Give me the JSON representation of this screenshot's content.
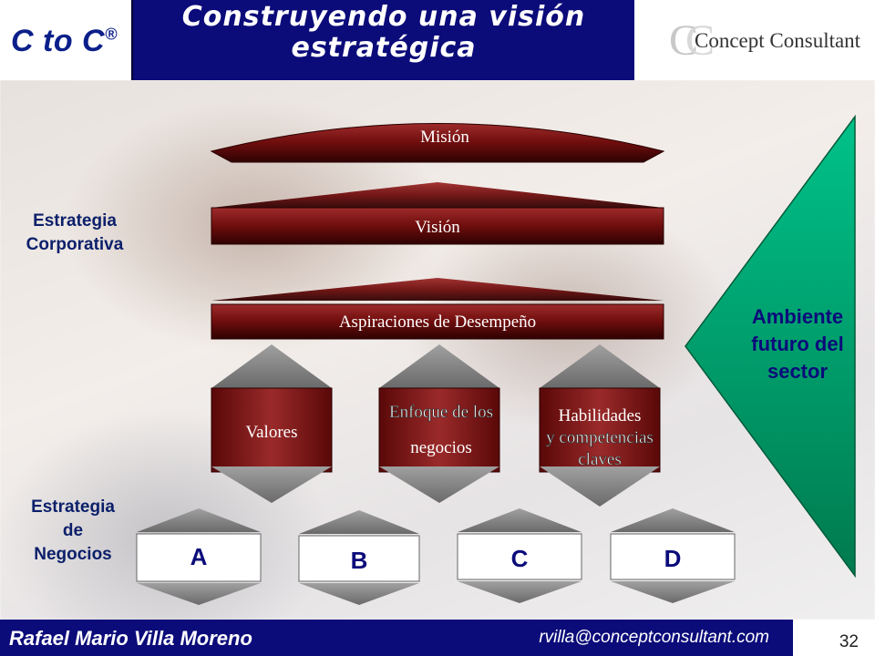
{
  "header": {
    "brand": "C to C",
    "brand_mark": "®",
    "title_line1": "Construyendo una visión",
    "title_line2": "estratégica",
    "logo_text": "Concept Consultant"
  },
  "left_labels": {
    "corporativa": [
      "Estrategia",
      "Corporativa"
    ],
    "negocios": [
      "Estrategia",
      "de",
      "Negocios"
    ]
  },
  "pyramid": {
    "mision": "Misión",
    "vision": "Visión",
    "aspiraciones": "Aspiraciones de Desempeño"
  },
  "pillars": [
    {
      "lines": [
        "Valores"
      ]
    },
    {
      "lines": [
        "Enfoque de los",
        "negocios"
      ]
    },
    {
      "lines": [
        "Habilidades",
        "y competencias",
        "claves"
      ]
    }
  ],
  "business_units": [
    "A",
    "B",
    "C",
    "D"
  ],
  "ambiente": [
    "Ambiente",
    "futuro del",
    "sector"
  ],
  "footer": {
    "author": "Rafael Mario Villa Moreno",
    "email": "rvilla@conceptconsultant.com",
    "page": "32"
  },
  "colors": {
    "header_bg": "#0b0b7a",
    "brand_blue": "#0b1f8a",
    "maroon": "#7a0f0f",
    "green": "#00b07a",
    "grey": "#8a8a8a"
  }
}
